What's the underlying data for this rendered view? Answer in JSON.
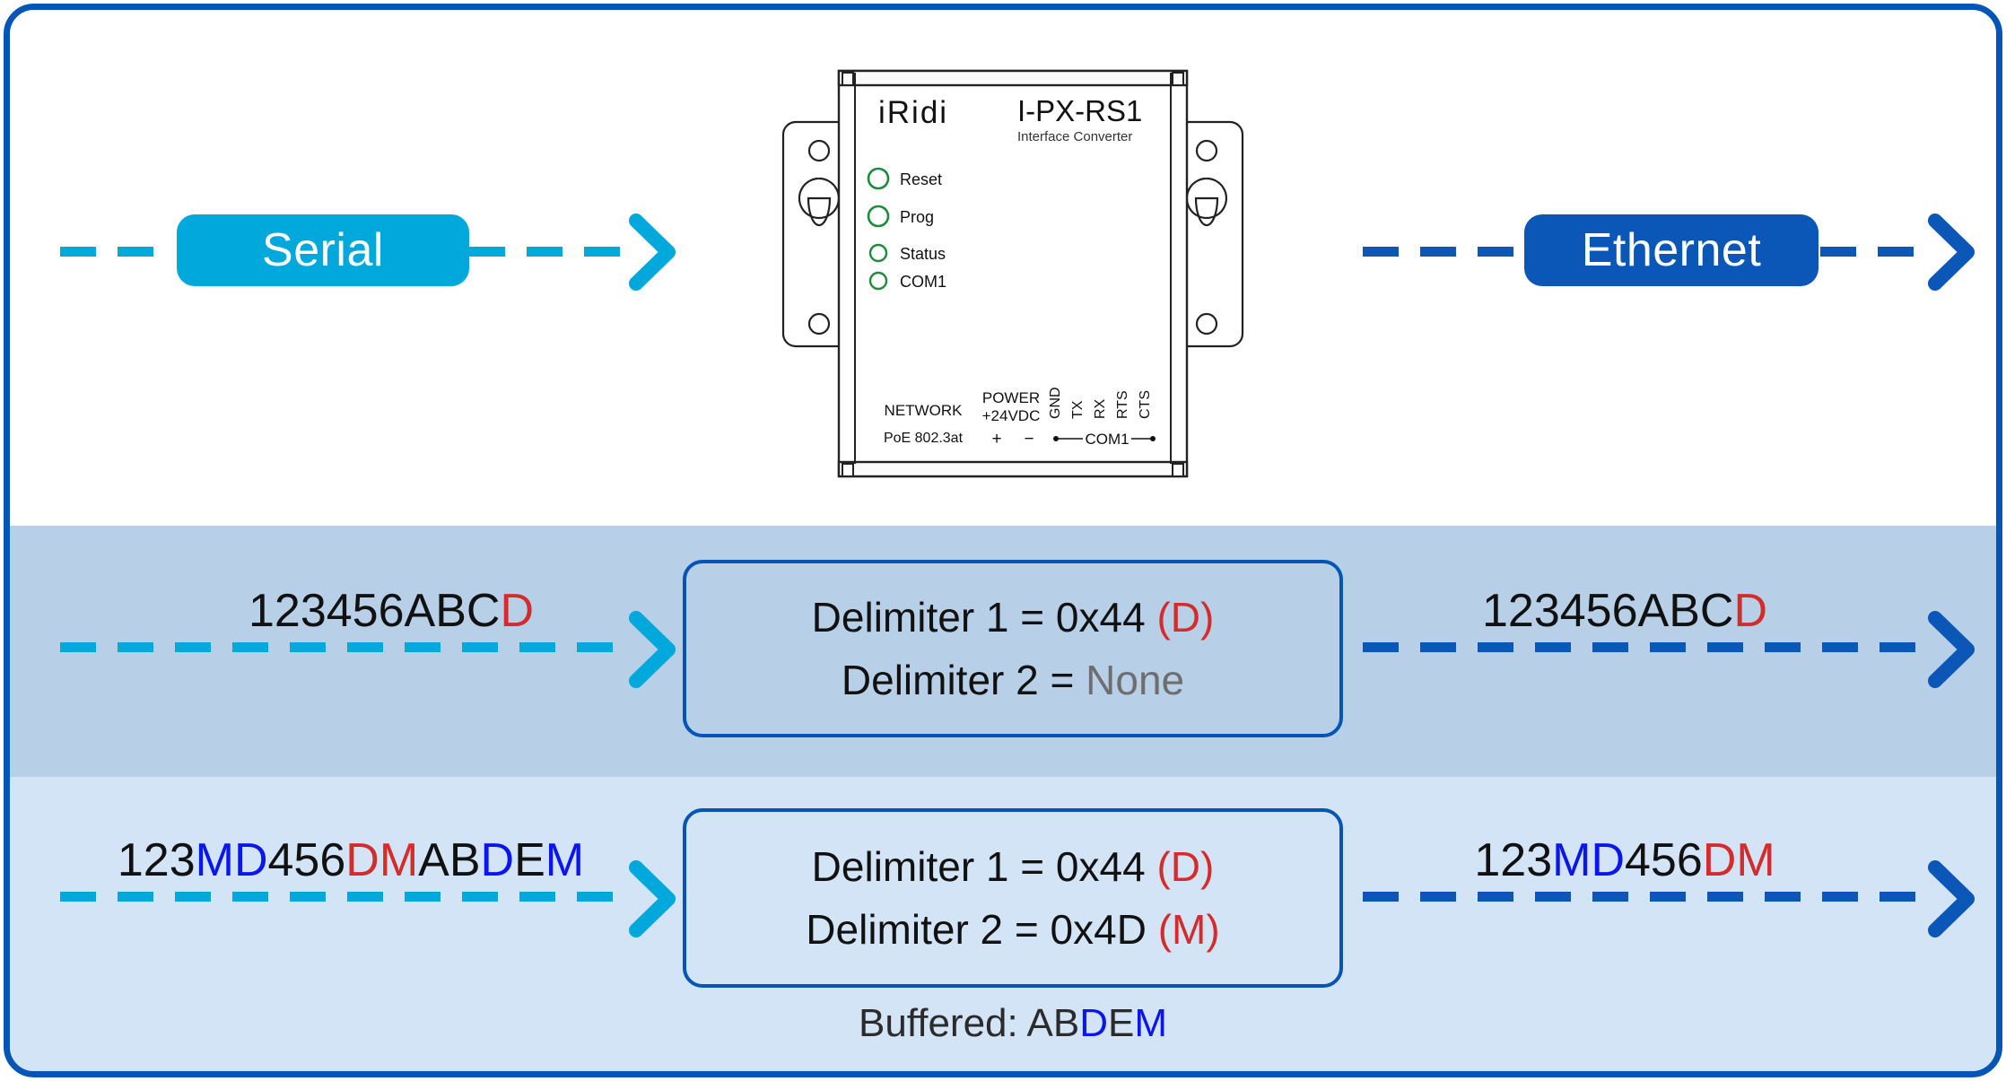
{
  "page": {
    "frame_border_color": "#0455B5",
    "background": "#FFFFFF"
  },
  "colors": {
    "serial_cyan": "#00A8DC",
    "ethernet_blue": "#0B57B8",
    "delimiter_red": "#D42B2B",
    "delimiter_blue": "#0A16F0",
    "none_gray": "#6E6E6E",
    "band_row1": "#B8CFE8",
    "band_row2": "#D4E4F7",
    "box1_fill": "#B8CFE8",
    "box2_fill": "#D4E4F7",
    "led_green": "#1E8A3C"
  },
  "top_row": {
    "serial_pill": {
      "label": "Serial",
      "color": "#00A8DC"
    },
    "ethernet_pill": {
      "label": "Ethernet",
      "color": "#0B57B8"
    }
  },
  "device": {
    "brand": "iRidi",
    "model": "I-PX-RS1",
    "subtitle": "Interface Converter",
    "leds": [
      "Reset",
      "Prog",
      "Status",
      "COM1"
    ],
    "ports": {
      "network_label": "NETWORK",
      "network_sub": "PoE 802.3at",
      "power_label": "POWER",
      "power_sub": "+24VDC",
      "power_plus": "+",
      "power_minus": "−",
      "com_pins": [
        "GND",
        "TX",
        "RX",
        "RTS",
        "CTS"
      ],
      "com_label": "COM1"
    }
  },
  "row1": {
    "input": [
      {
        "text": "123456ABC",
        "color": "#111111"
      },
      {
        "text": "D",
        "color": "#D42B2B"
      }
    ],
    "box": {
      "line1_label": "Delimiter 1 = 0x44",
      "line1_paren": "(D)",
      "line2_label": "Delimiter 2 =",
      "line2_value": "None"
    },
    "output": [
      {
        "text": "123456ABC",
        "color": "#111111"
      },
      {
        "text": "D",
        "color": "#D42B2B"
      }
    ]
  },
  "row2": {
    "input": [
      {
        "text": "123",
        "color": "#111111"
      },
      {
        "text": "MD",
        "color": "#0A16F0"
      },
      {
        "text": "456",
        "color": "#111111"
      },
      {
        "text": "DM",
        "color": "#D42B2B"
      },
      {
        "text": "AB",
        "color": "#111111"
      },
      {
        "text": "D",
        "color": "#0A16F0"
      },
      {
        "text": "E",
        "color": "#111111"
      },
      {
        "text": "M",
        "color": "#0A16F0"
      }
    ],
    "box": {
      "line1_label": "Delimiter 1 = 0x44",
      "line1_paren": "(D)",
      "line2_label": "Delimiter 2 = 0x4D",
      "line2_paren": "(M)"
    },
    "output": [
      {
        "text": "123",
        "color": "#111111"
      },
      {
        "text": "MD",
        "color": "#0A16F0"
      },
      {
        "text": "456",
        "color": "#111111"
      },
      {
        "text": "DM",
        "color": "#D42B2B"
      }
    ],
    "buffered": [
      {
        "text": "Buffered: AB",
        "color": "#2B2B2B"
      },
      {
        "text": "D",
        "color": "#0A16F0"
      },
      {
        "text": "E",
        "color": "#2B2B2B"
      },
      {
        "text": "M",
        "color": "#0A16F0"
      }
    ]
  }
}
